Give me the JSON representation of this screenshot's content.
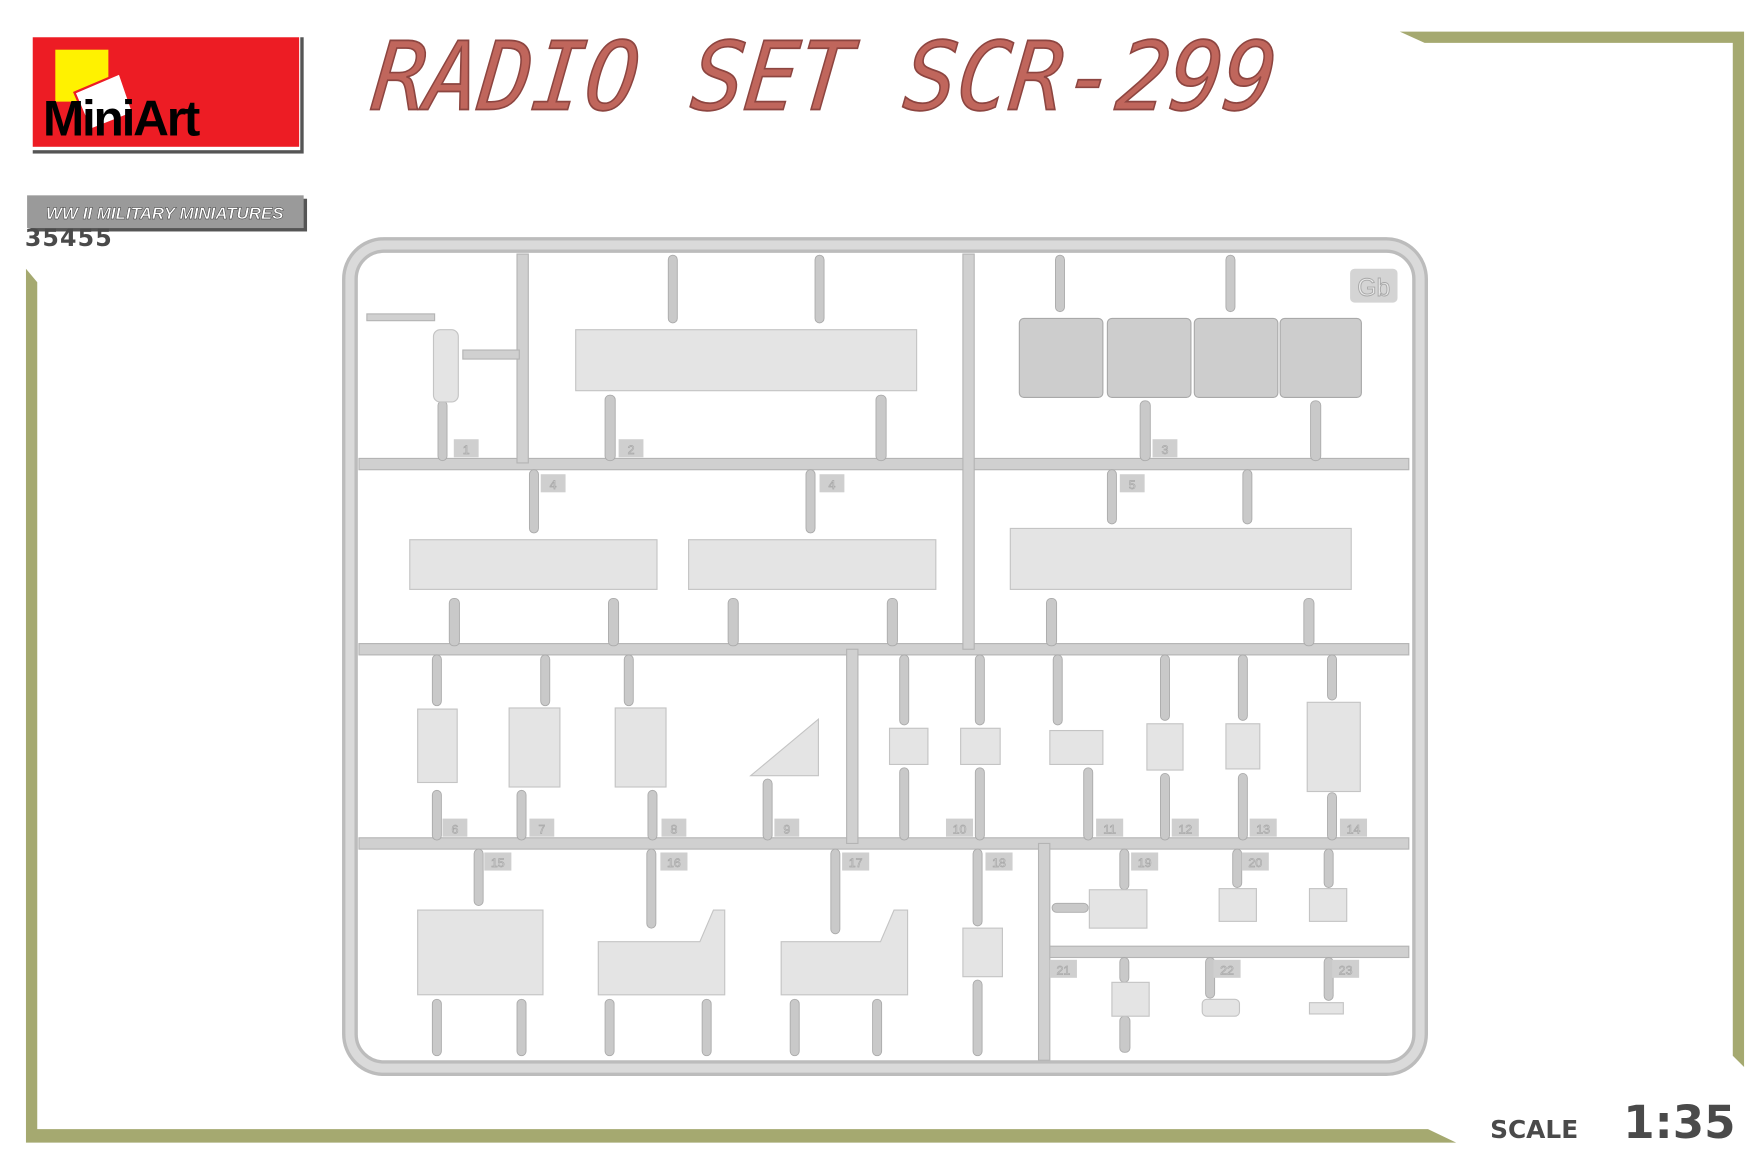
{
  "brand": {
    "logo_text": "MiniArt",
    "tagline": "WW II MILITARY MINIATURES",
    "kit_number": "35455",
    "colors": {
      "logo_red": "#ed1c24",
      "logo_yellow": "#fff200",
      "frame_green": "#a5a970",
      "title": "#c0665c",
      "text_dark": "#4a4a4a"
    }
  },
  "title": "RADIO SET SCR-299",
  "scale": {
    "label": "SCALE",
    "value": "1:35"
  },
  "sprue": {
    "id": "Gb",
    "part_numbers": [
      "1",
      "2",
      "3",
      "4",
      "4",
      "5",
      "6",
      "7",
      "8",
      "9",
      "10",
      "11",
      "12",
      "13",
      "14",
      "15",
      "16",
      "17",
      "18",
      "19",
      "20",
      "21",
      "22",
      "23"
    ]
  }
}
